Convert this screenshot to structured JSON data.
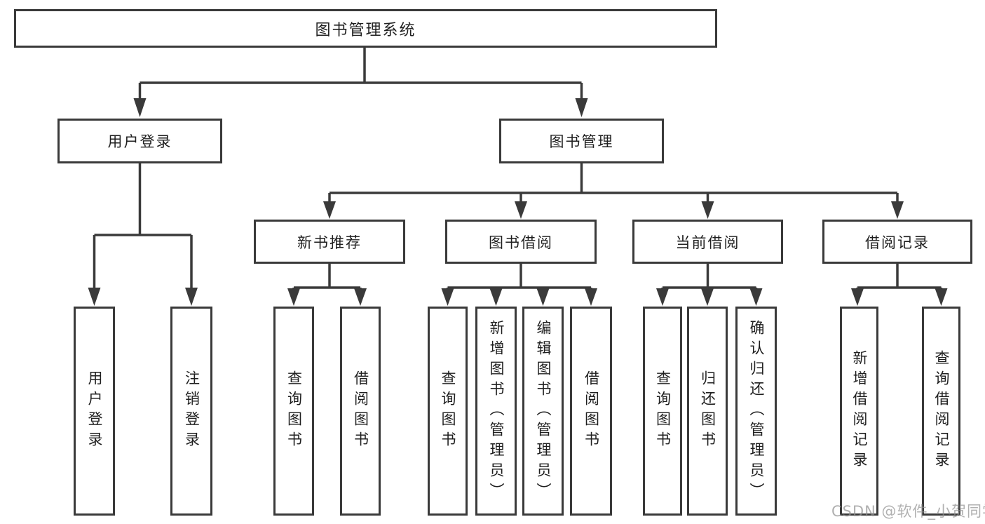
{
  "diagram": {
    "root": {
      "label": "图书管理系统"
    },
    "level2": [
      {
        "label": "用户登录"
      },
      {
        "label": "图书管理"
      }
    ],
    "level3": [
      {
        "label": "新书推荐"
      },
      {
        "label": "图书借阅"
      },
      {
        "label": "当前借阅"
      },
      {
        "label": "借阅记录"
      }
    ],
    "leaves": [
      {
        "label": "用户登录"
      },
      {
        "label": "注销登录"
      },
      {
        "label": "查询图书"
      },
      {
        "label": "借阅图书"
      },
      {
        "label": "查询图书"
      },
      {
        "label": "新增图书（管理员）"
      },
      {
        "label": "编辑图书（管理员）"
      },
      {
        "label": "借阅图书"
      },
      {
        "label": "查询图书"
      },
      {
        "label": "归还图书"
      },
      {
        "label": "确认归还（管理员）"
      },
      {
        "label": "新增借阅记录"
      },
      {
        "label": "查询借阅记录"
      }
    ],
    "watermark": "CSDN @软件_小贺同学",
    "colors": {
      "line": "#3a3a3a",
      "text": "#1f1f1f",
      "watermark": "#919191",
      "background": "#ffffff"
    }
  }
}
